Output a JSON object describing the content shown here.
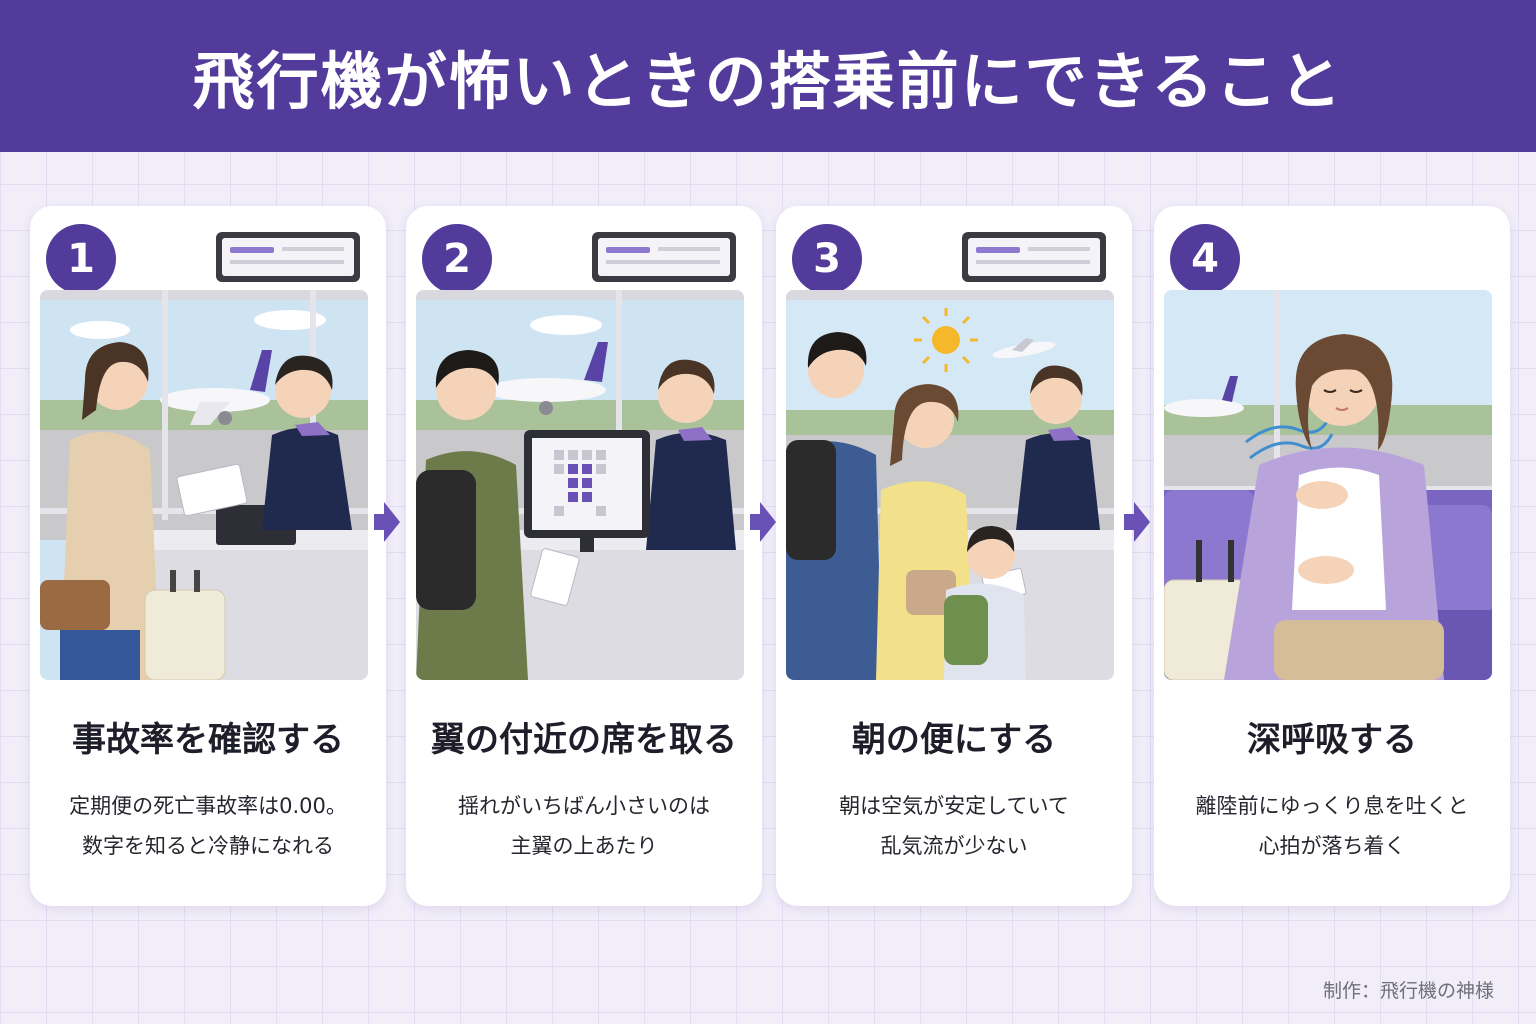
{
  "header": {
    "title": "飛行機が怖いときの搭乗前にできること"
  },
  "steps": [
    {
      "number": "1",
      "title": "事故率を確認する",
      "desc_line1": "定期便の死亡事故率は0.00。",
      "desc_line2": "数字を知ると冷静になれる"
    },
    {
      "number": "2",
      "title": "翼の付近の席を取る",
      "desc_line1": "揺れがいちばん小さいのは",
      "desc_line2": "主翼の上あたり"
    },
    {
      "number": "3",
      "title": "朝の便にする",
      "desc_line1": "朝は空気が安定していて",
      "desc_line2": "乱気流が少ない"
    },
    {
      "number": "4",
      "title": "深呼吸する",
      "desc_line1": "離陸前にゆっくり息を吐くと",
      "desc_line2": "心拍が落ち着く"
    }
  ],
  "credit": "制作：飛行機の神様",
  "colors": {
    "header": "#523b9b",
    "accent": "#6a51b5",
    "background": "#f1eef9"
  },
  "icons": [
    "arrow-right-icon",
    "airplane-icon",
    "sun-icon",
    "breath-icon"
  ]
}
